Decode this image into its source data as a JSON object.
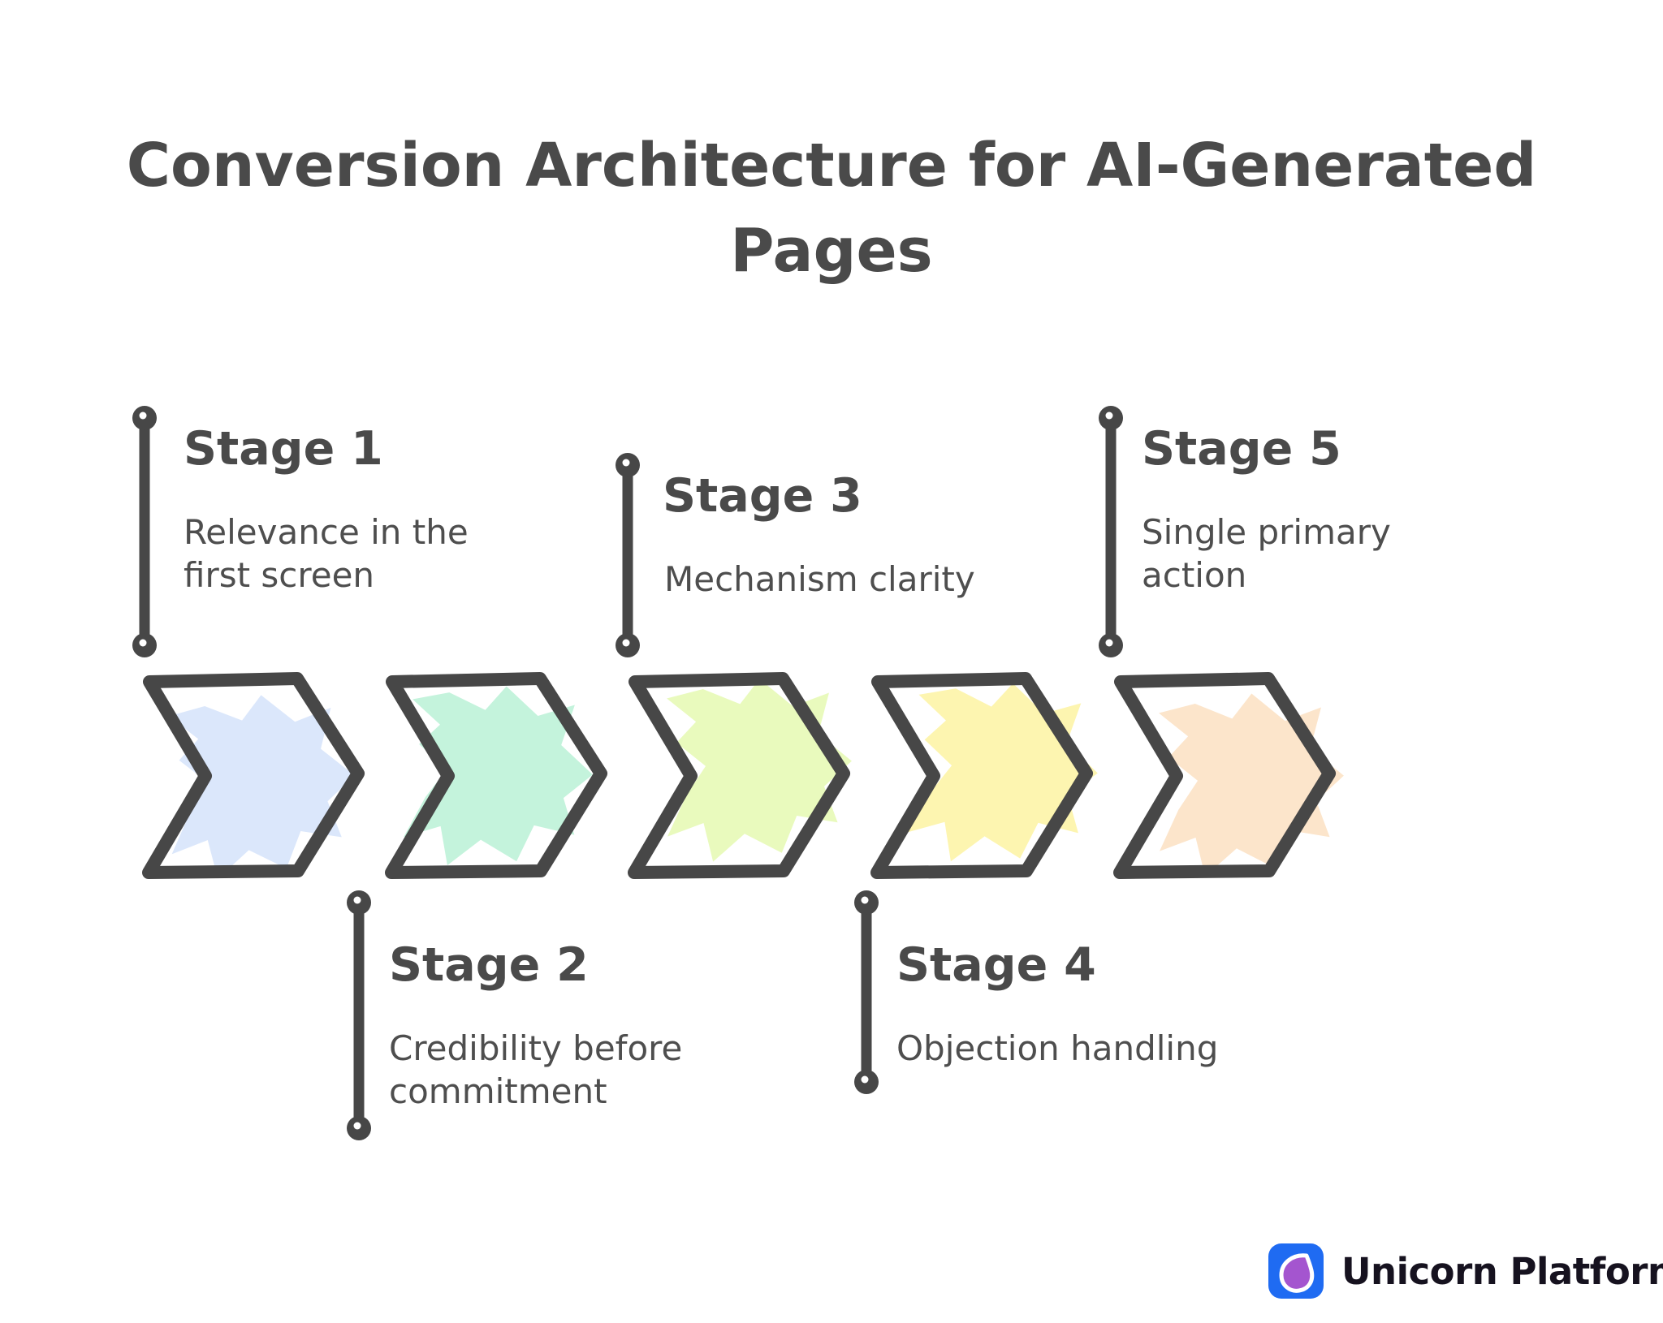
{
  "title": {
    "line1": "Conversion Architecture for AI-Generated",
    "line2": "Pages"
  },
  "stages": [
    {
      "label": "Stage 1",
      "description": "Relevance in the first screen",
      "color": "#dbe7fb",
      "position": "above"
    },
    {
      "label": "Stage 2",
      "description": "Credibility before commitment",
      "color": "#c4f3dc",
      "position": "below"
    },
    {
      "label": "Stage 3",
      "description": "Mechanism clarity",
      "color": "#e9fabd",
      "position": "above"
    },
    {
      "label": "Stage 4",
      "description": "Objection handling",
      "color": "#fdf5b0",
      "position": "below"
    },
    {
      "label": "Stage 5",
      "description": "Single primary action",
      "color": "#fce5cb",
      "position": "above"
    }
  ],
  "branding": {
    "logo_text": "Unicorn Platform",
    "icon_bg": "#1f6bf2",
    "icon_drop": "#a455cf"
  },
  "colors": {
    "ink": "#474747",
    "background": "#ffffff"
  }
}
